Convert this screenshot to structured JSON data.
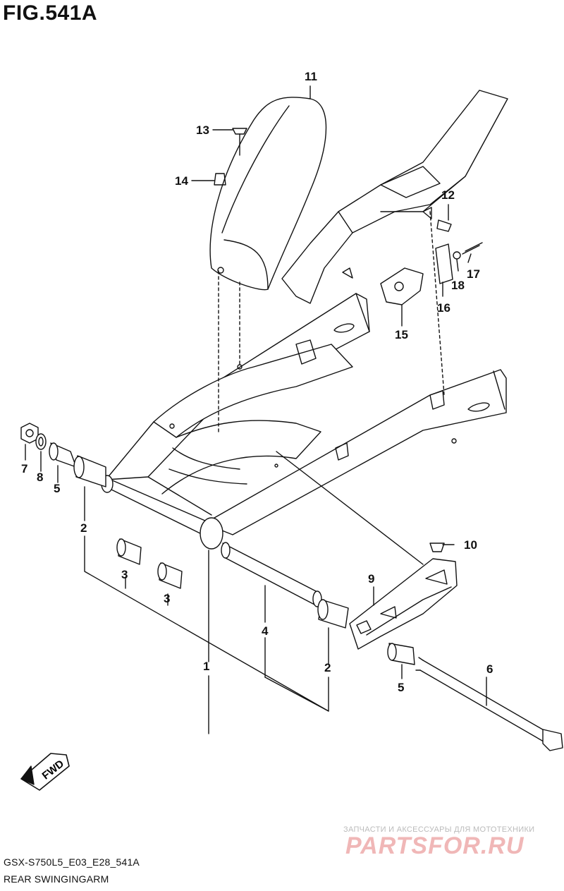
{
  "figure_title": "FIG.541A",
  "callouts": [
    {
      "key": "1",
      "label": "1"
    },
    {
      "key": "2a",
      "label": "2"
    },
    {
      "key": "2b",
      "label": "2"
    },
    {
      "key": "3a",
      "label": "3"
    },
    {
      "key": "3b",
      "label": "3"
    },
    {
      "key": "4",
      "label": "4"
    },
    {
      "key": "5a",
      "label": "5"
    },
    {
      "key": "5b",
      "label": "5"
    },
    {
      "key": "6",
      "label": "6"
    },
    {
      "key": "7",
      "label": "7"
    },
    {
      "key": "8",
      "label": "8"
    },
    {
      "key": "9",
      "label": "9"
    },
    {
      "key": "10",
      "label": "10"
    },
    {
      "key": "11",
      "label": "11"
    },
    {
      "key": "12",
      "label": "12"
    },
    {
      "key": "13",
      "label": "13"
    },
    {
      "key": "14",
      "label": "14"
    },
    {
      "key": "15",
      "label": "15"
    },
    {
      "key": "16",
      "label": "16"
    },
    {
      "key": "17",
      "label": "17"
    },
    {
      "key": "18",
      "label": "18"
    }
  ],
  "fwd_label": "FWD",
  "footer": {
    "code": "GSX-S750L5_E03_E28_541A",
    "name": "REAR SWINGINGARM"
  },
  "watermark": {
    "subtitle": "ЗАПЧАСТИ И АКСЕССУАРЫ ДЛЯ МОТОТЕХНИКИ",
    "brand": "PARTSFOR.RU"
  }
}
